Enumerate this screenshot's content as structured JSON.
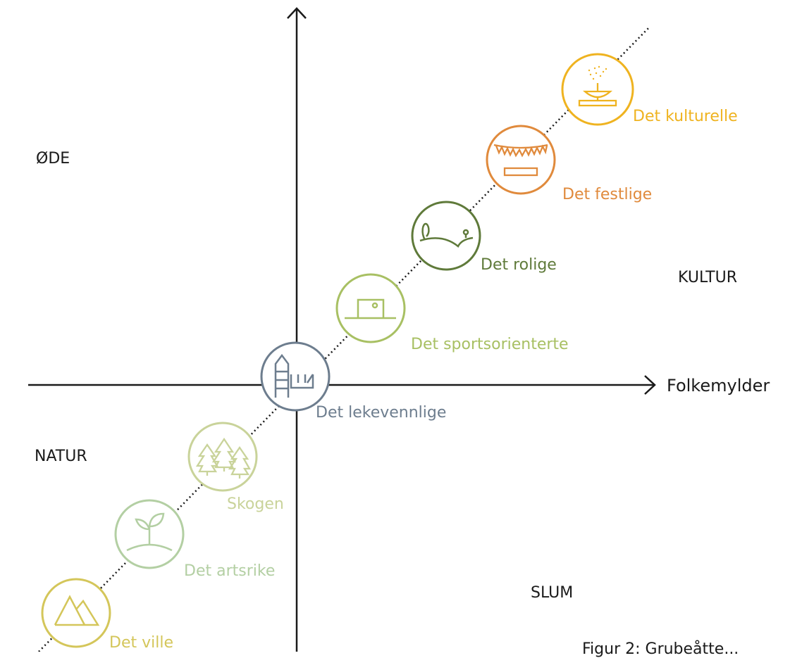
{
  "quadrants": {
    "top_left": "ØDE",
    "right": "KULTUR",
    "left": "NATUR",
    "bottom_right": "SLUM"
  },
  "axis": {
    "x_label": "Folkemylder"
  },
  "nodes": [
    {
      "id": "ville",
      "label": "Det ville",
      "color": "#d4c65a",
      "icon": "mountain-icon"
    },
    {
      "id": "artsrike",
      "label": "Det artsrike",
      "color": "#b3cfa3",
      "icon": "sprout-icon"
    },
    {
      "id": "skogen",
      "label": "Skogen",
      "color": "#c9d39a",
      "icon": "forest-icon"
    },
    {
      "id": "lekevennlige",
      "label": "Det lekevennlige",
      "color": "#6d7d8e",
      "icon": "playground-icon"
    },
    {
      "id": "sportsorienterte",
      "label": "Det sportsorienterte",
      "color": "#a8c063",
      "icon": "sports-field-icon"
    },
    {
      "id": "rolige",
      "label": "Det rolige",
      "color": "#5f7a3a",
      "icon": "hill-icon"
    },
    {
      "id": "festlige",
      "label": "Det festlige",
      "color": "#e08a3c",
      "icon": "bunting-icon"
    },
    {
      "id": "kulturelle",
      "label": "Det kulturelle",
      "color": "#efb320",
      "icon": "fountain-icon"
    }
  ],
  "caption": "Figur 2: Grubeåtte..."
}
